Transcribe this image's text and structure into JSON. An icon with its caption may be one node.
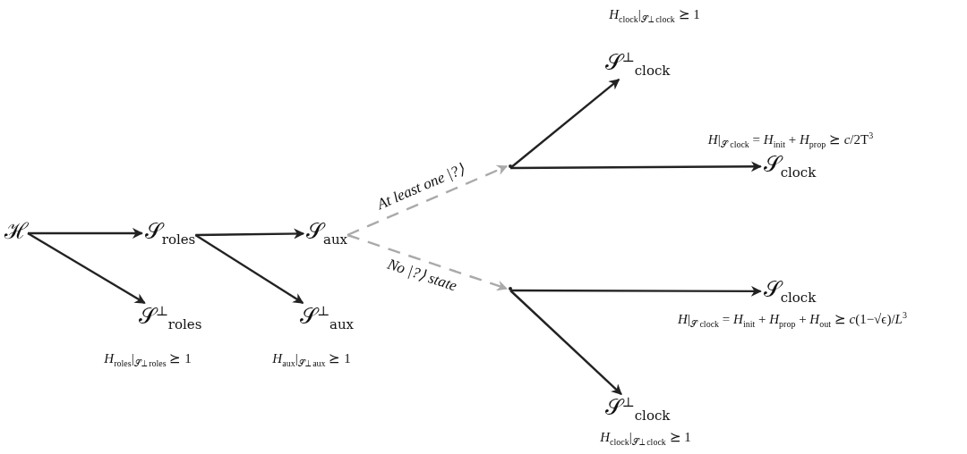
{
  "diagram": {
    "nodes": [
      {
        "text": [
          "ℋ"
        ]
      },
      {
        "text": [
          "𝒮$_{roles}$"
        ]
      },
      {
        "text": [
          "𝒮$^{⊥}$$_{roles}$"
        ],
        "beside": [
          "*H*$_{roles}$|$_{𝒮⊥ roles}$ ⪰ 1"
        ]
      },
      {
        "text": [
          "𝒮$_{aux}$"
        ]
      },
      {
        "text": [
          "𝒮$^{⊥}$$_{aux}$"
        ],
        "beside": [
          "*H*$_{aux}$|$_{𝒮⊥ aux}$ ⪰ 1"
        ]
      },
      {
        "text": [],
        "shape": "point"
      },
      {
        "text": [
          "𝒮$^{⊥}$$_{clock}$"
        ],
        "beside": [
          "*H*$_{clock}$|$_{𝒮⊥ clock}$ ⪰ 1"
        ]
      },
      {
        "text": [
          "𝒮$_{clock}$"
        ],
        "beside": [
          "*H*|$_{𝒮 clock}$ = *H*$_{init}$ + *H*$_{prop}$ ⪰ *c*/2T$^{3}$"
        ]
      },
      {
        "text": [],
        "shape": "point"
      },
      {
        "text": [
          "𝒮$_{clock}$"
        ],
        "beside": [
          "*H*|$_{𝒮 clock}$ = *H*$_{init}$ + *H*$_{prop}$ + *H*$_{out}$ ⪰ *c*(1−√ϵ)/*L*$^{3}$"
        ]
      },
      {
        "text": [
          "𝒮$^{⊥}$$_{clock}$"
        ],
        "beside": [
          "*H*$_{clock}$|$_{𝒮⊥ clock}$ ⪰ 1"
        ]
      }
    ],
    "edges": [
      {
        "from": 0,
        "to": 1,
        "arrow": "to"
      },
      {
        "from": 0,
        "to": 2,
        "arrow": "to"
      },
      {
        "from": 1,
        "to": 3,
        "arrow": "to"
      },
      {
        "from": 1,
        "to": 4,
        "arrow": "to"
      },
      {
        "from": 3,
        "to": 5,
        "arrow": "to",
        "label": "At least one |?⟩",
        "style": "dashed",
        "color": "#aaaaaa"
      },
      {
        "from": 3,
        "to": 8,
        "arrow": "to",
        "label": "No |?⟩ state",
        "style": "dashed",
        "color": "#aaaaaa"
      },
      {
        "from": 5,
        "to": 6,
        "arrow": "to"
      },
      {
        "from": 5,
        "to": 7,
        "arrow": "to"
      },
      {
        "from": 8,
        "to": 9,
        "arrow": "to"
      },
      {
        "from": 8,
        "to": 10,
        "arrow": "to"
      }
    ]
  }
}
